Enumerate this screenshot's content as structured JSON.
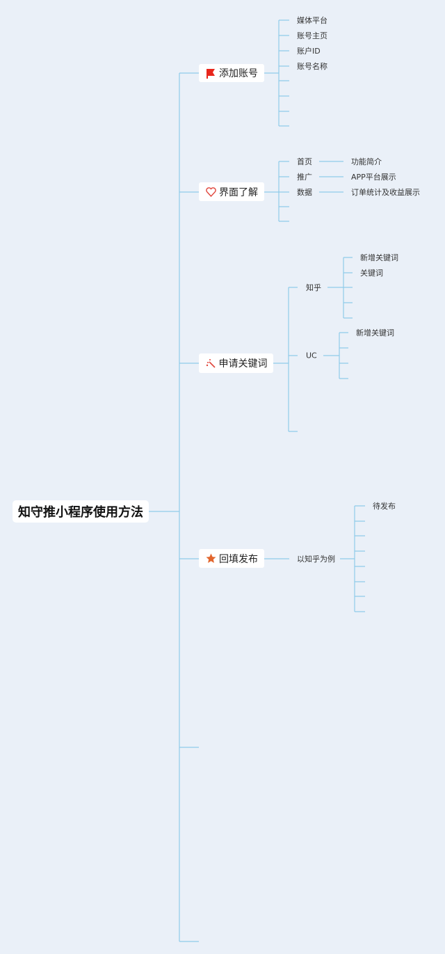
{
  "root": {
    "title": "知守推小程序使用方法"
  },
  "branches": [
    {
      "label": "添加账号",
      "icon": "flag-icon",
      "children": [
        "媒体平台",
        "账号主页",
        "账户ID",
        "账号名称"
      ]
    },
    {
      "label": "界面了解",
      "icon": "heart-icon",
      "children": [
        {
          "label": "首页",
          "detail": "功能简介"
        },
        {
          "label": "推广",
          "detail": "APP平台展示"
        },
        {
          "label": "数据",
          "detail": "订单统计及收益展示"
        }
      ]
    },
    {
      "label": "申请关键词",
      "icon": "magic-wand-icon",
      "children": [
        {
          "label": "知乎",
          "children": [
            "新增关键词",
            "关键词"
          ]
        },
        {
          "label": "UC",
          "children": [
            "新增关键词"
          ]
        }
      ]
    },
    {
      "label": "回填发布",
      "icon": "star-icon",
      "children": [
        {
          "label": "以知乎为例",
          "children": [
            "待发布"
          ]
        }
      ]
    }
  ],
  "colors": {
    "line": "#8fcbe9",
    "background": "#eaf0f8",
    "flag": "#e8261c",
    "heart": "#e0443a",
    "star": "#e2652c"
  }
}
